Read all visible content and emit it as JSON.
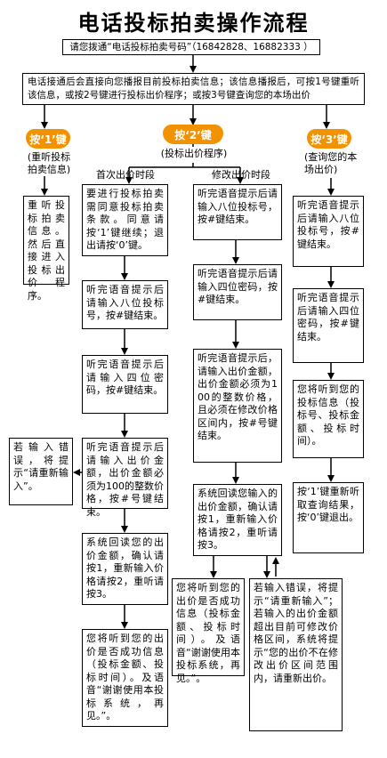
{
  "title": "电话投标拍卖操作流程",
  "dial_box": "请您拨通“电话投标拍卖号码”（16842828、16882333 ）",
  "intro_box": "电话接通后会直接向您播报目前投标拍卖信息；该信息播报后，可按1号键重听该信息，或按2号键进行投标出价程序；或按3号键查询您的本场出价",
  "badges": {
    "b1": "按‘1’键",
    "b2": "按‘2’键",
    "b3": "按‘3’键"
  },
  "labels": {
    "col1": "(重听投标拍卖信息)",
    "col2": "(投标出价程序)",
    "col2a": "首次出价时段",
    "col2b": "修改出价时段",
    "col3": "(查询您的本场出价)"
  },
  "col1_box": "重听投标拍卖信息。然后直接进入投标出价程序。",
  "first_bid": [
    "要进行投标拍卖需同意投标拍卖条款。同意请按‘1’键继续；退出请按‘0’键。",
    "听完语音提示后请输入八位投标号，按#键结束。",
    "听完语音提示后请输入四位密码，按#键结束。",
    "听完语音提示后请输入出价金额，出价金额必须为100的整数价格，按#号键结束。",
    "系统回读您的出价金额，确认请按1，重新输入价格请按2，重听请按3。",
    "您将听到您的出价是否成功信息（投标金额、投标时间）。及语音“谢谢使用本投标系统，再见。”。"
  ],
  "error_left": "若输入错误，将提示“请重新输入”。",
  "modify_bid": [
    "听完语音提示后请输入八位投标号，按#键结束。",
    "听完语音提示后请输入四位密码，按#键结束。",
    "听完语音提示后，请输入出价金额，出价金额必须为100的整数价格，且必须在修改价格区间内，按#号键结束。",
    "系统回读您输入的出价金额，确认请按1，重新输入价格请按2，重听请按3。",
    "您将听到您的出价是否成功信息（投标金额、投标时间）。及语音“谢谢使用本投标系统，再见。”。"
  ],
  "error_right": "若输入错误，将提示“请重新输入”；若输入的出价金额超出目前可修改价格区间，系统将提示“您的出价不在修改出价区间范围内，请重新出价。",
  "query": [
    "听完语音提示后请输入八位投标号，按#键结束。",
    "听完语音提示后请输入四位密码，按#键结束。",
    "您将听到您的投标信息（投标号、投标金额、投标时间）。",
    "按‘1’键重新听取查询结果，按‘0’键退出。"
  ],
  "colors": {
    "badge": "#f29200",
    "line": "#000000"
  }
}
